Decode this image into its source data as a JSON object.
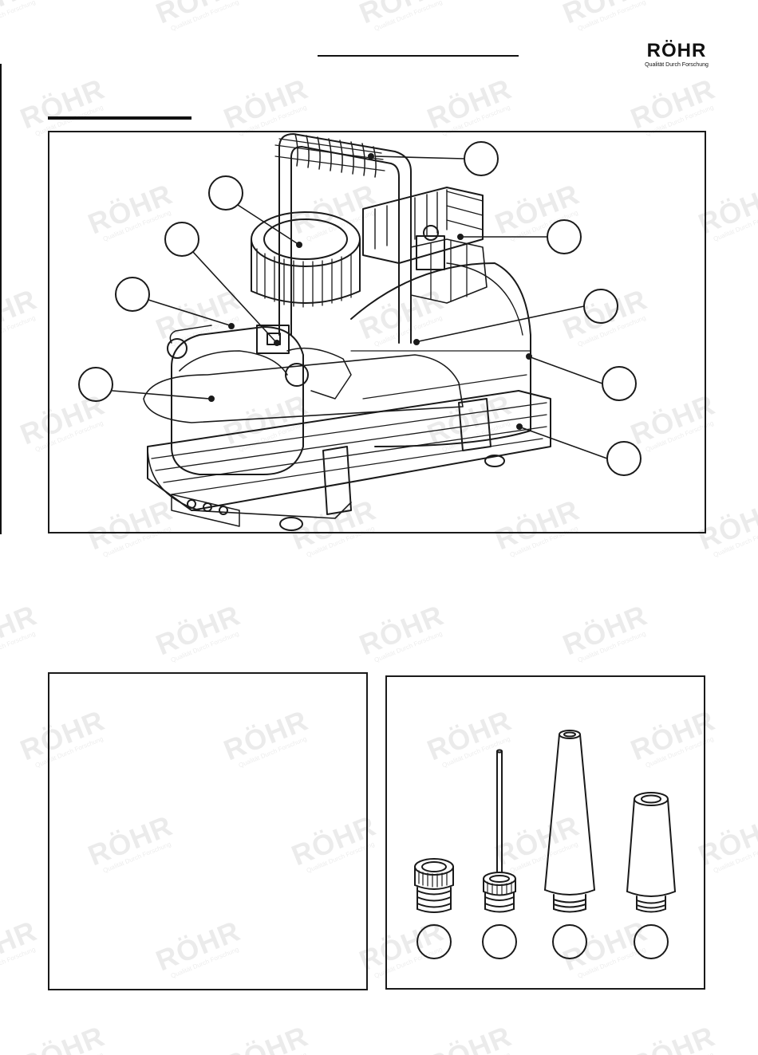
{
  "brand": {
    "name": "RÖHR",
    "tagline": "Qualität Durch Forschung"
  },
  "watermark": {
    "word": "RÖHR",
    "tagline": "Qualität Durch Forschung"
  },
  "main_figure": {
    "subject": "compressor-diagram",
    "callout_count": 9
  },
  "accessory_figure": {
    "items": [
      "adapter-cap-icon",
      "needle-adapter-icon",
      "long-cone-adapter-icon",
      "short-cone-adapter-icon"
    ],
    "callout_count": 4
  },
  "colors": {
    "line": "#1a1a1a",
    "background": "#ffffff"
  }
}
